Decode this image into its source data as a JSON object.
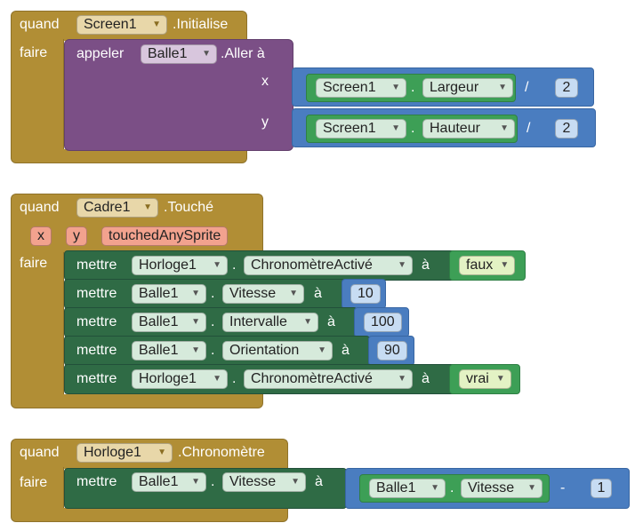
{
  "block1": {
    "event_kw": "quand",
    "component": "Screen1",
    "event_name": ".Initialise",
    "do_kw": "faire",
    "call": {
      "kw": "appeler",
      "component": "Balle1",
      "method": ".Aller à",
      "x_label": "x",
      "y_label": "y",
      "x_expr": {
        "component": "Screen1",
        "dot": ".",
        "property": "Largeur",
        "op": "/",
        "value": "2"
      },
      "y_expr": {
        "component": "Screen1",
        "dot": ".",
        "property": "Hauteur",
        "op": "/",
        "value": "2"
      }
    }
  },
  "block2": {
    "event_kw": "quand",
    "component": "Cadre1",
    "event_name": ".Touché",
    "params": [
      "x",
      "y",
      "touchedAnySprite"
    ],
    "do_kw": "faire",
    "statements": [
      {
        "kw": "mettre",
        "component": "Horloge1",
        "dot": ".",
        "property": "ChronomètreActivé",
        "to": "à",
        "value": "faux"
      },
      {
        "kw": "mettre",
        "component": "Balle1",
        "dot": ".",
        "property": "Vitesse",
        "to": "à",
        "value": "10"
      },
      {
        "kw": "mettre",
        "component": "Balle1",
        "dot": ".",
        "property": "Intervalle",
        "to": "à",
        "value": "100"
      },
      {
        "kw": "mettre",
        "component": "Balle1",
        "dot": ".",
        "property": "Orientation",
        "to": "à",
        "value": "90"
      },
      {
        "kw": "mettre",
        "component": "Horloge1",
        "dot": ".",
        "property": "ChronomètreActivé",
        "to": "à",
        "value": "vrai"
      }
    ]
  },
  "block3": {
    "event_kw": "quand",
    "component": "Horloge1",
    "event_name": ".Chronomètre",
    "do_kw": "faire",
    "statement": {
      "kw": "mettre",
      "component": "Balle1",
      "dot": ".",
      "property": "Vitesse",
      "to": "à",
      "expr": {
        "component": "Balle1",
        "dot": ".",
        "property": "Vitesse",
        "op": "-",
        "value": "1"
      }
    }
  },
  "icons": {
    "dropdown": "▼"
  },
  "colors": {
    "event_block": "#b18e35",
    "setter_block": "#2f6b45",
    "procedure_call": "#7b4f86",
    "math_block": "#4a7dc0",
    "getter_block": "#3d9f56",
    "param_block": "#f2a28e",
    "number_field": "#c7dcf3",
    "boolean_block": "#e3f2c4"
  }
}
